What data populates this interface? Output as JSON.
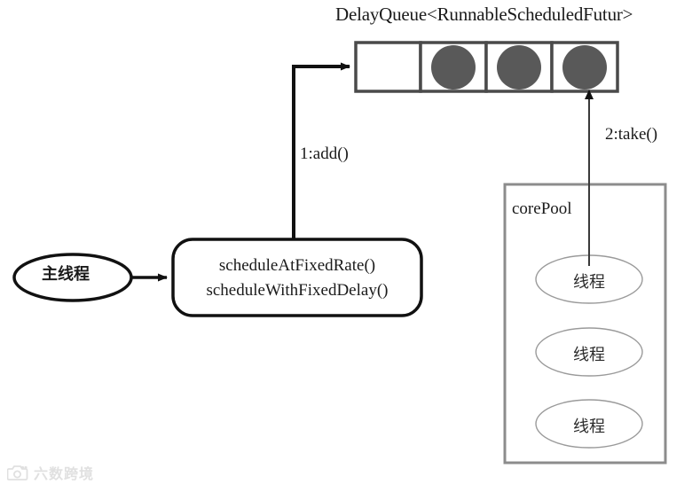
{
  "diagram": {
    "queue": {
      "title": "DelayQueue<RunnableScheduledFutur>",
      "cells": [
        {
          "filled": false
        },
        {
          "filled": true
        },
        {
          "filled": true
        },
        {
          "filled": true
        }
      ],
      "cell_fill_color": "#595959",
      "border_color": "#4a4a4a"
    },
    "arrows": {
      "add_label": "1:add()",
      "take_label": "2:take()"
    },
    "main_thread": {
      "label": "主线程"
    },
    "scheduler_box": {
      "line1": "scheduleAtFixedRate()",
      "line2": "scheduleWithFixedDelay()"
    },
    "core_pool": {
      "label": "corePool",
      "border_color": "#8c8c8c",
      "threads": [
        {
          "label": "线程"
        },
        {
          "label": "线程"
        },
        {
          "label": "线程"
        }
      ]
    }
  },
  "watermark": {
    "text": "六数跨境",
    "icon": "camera-icon"
  }
}
